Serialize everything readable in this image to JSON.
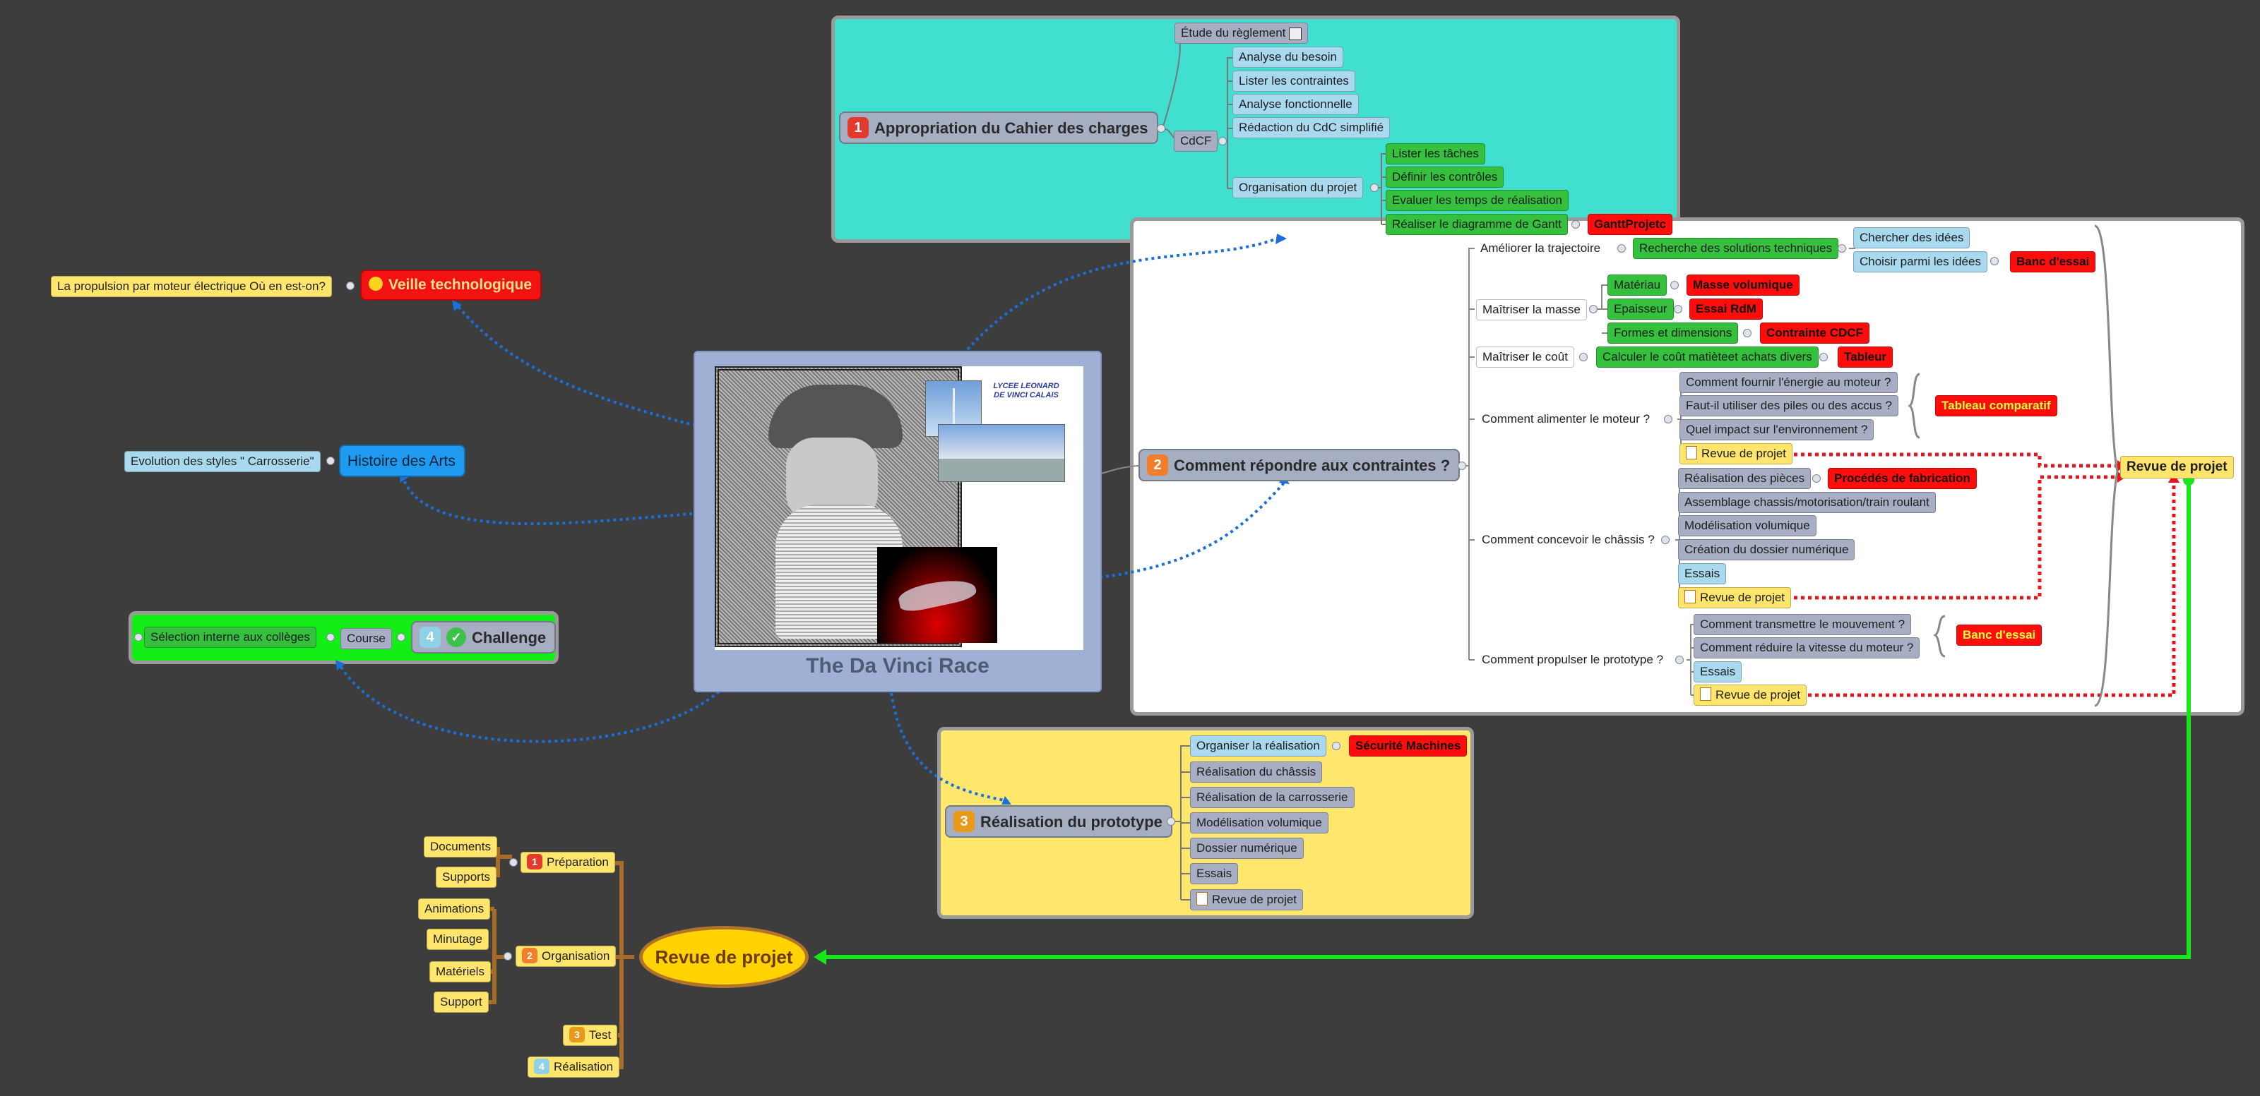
{
  "center": {
    "title": "The Da Vinci Race",
    "logo_text": "LYCEE LEONARD DE VINCI CALAIS"
  },
  "branch1": {
    "num": "1",
    "title": "Appropriation du Cahier des charges",
    "reglement": "Étude du règlement",
    "cdcf": "CdCF",
    "cdcf_items": [
      "Analyse du besoin",
      "Lister les contraintes",
      "Analyse fonctionnelle",
      "Rédaction du CdC simplifié"
    ],
    "orga": "Organisation du projet",
    "orga_items": [
      "Lister les tâches",
      "Définir les contrôles",
      "Evaluer les temps de réalisation",
      "Réaliser le diagramme de Gantt"
    ],
    "gantt_tag": "GanttProjetc"
  },
  "branch2": {
    "num": "2",
    "title": "Comment répondre aux contraintes ?",
    "traj": "Améliorer la trajectoire",
    "traj_sub": "Recherche des solutions techniques",
    "ideas": [
      "Chercher des idées",
      "Choisir parmi les idées"
    ],
    "banc1": "Banc d'essai",
    "masse": "Maîtriser la masse",
    "masse_items": [
      "Matériau",
      "Epaisseur",
      "Formes et dimensions"
    ],
    "masse_tags": [
      "Masse volumique",
      "Essai RdM",
      "Contrainte CDCF"
    ],
    "cout": "Maîtriser le coût",
    "cout_sub": "Calculer le coût matièteet achats divers",
    "tableur": "Tableur",
    "alim": "Comment alimenter le moteur ?",
    "alim_items": [
      "Comment fournir l'énergie au moteur ?",
      "Faut-il utiliser des piles ou des accus ?",
      "Quel impact sur l'environnement ?"
    ],
    "tableau_comp": "Tableau comparatif",
    "chassis": "Comment concevoir le châssis ?",
    "chassis_items": [
      "Réalisation des pièces",
      "Assemblage chassis/motorisation/train roulant",
      "Modélisation volumique",
      "Création du dossier numérique",
      "Essais"
    ],
    "procedes": "Procédés de fabrication",
    "prop": "Comment propulser le prototype ?",
    "prop_items": [
      "Comment transmettre le mouvement ?",
      "Comment réduire la vitesse du moteur ?",
      "Essais"
    ],
    "banc2": "Banc d'essai",
    "revue": "Revue de projet",
    "revue_right": "Revue de projet"
  },
  "branch3": {
    "num": "3",
    "title": "Réalisation du prototype",
    "items": [
      "Organiser la réalisation",
      "Réalisation du châssis",
      "Réalisation de la carrosserie",
      "Modélisation volumique",
      "Dossier numérique",
      "Essais",
      "Revue de projet"
    ],
    "securite": "Sécurité Machines"
  },
  "veille": {
    "title": "Veille technologique",
    "note": "La propulsion par moteur électrique  Où en est-on?"
  },
  "histoire": {
    "title": "Histoire des Arts",
    "note": "Evolution des styles \" Carrosserie\""
  },
  "challenge": {
    "num": "4",
    "title": "Challenge",
    "course": "Course",
    "selection": "Sélection interne aux collèges"
  },
  "revue_bottom": {
    "title": "Revue de projet",
    "prep": "Préparation",
    "prep_num": "1",
    "prep_items": [
      "Documents",
      "Supports"
    ],
    "orga": "Organisation",
    "orga_num": "2",
    "orga_items": [
      "Animations",
      "Minutage",
      "Matériels",
      "Support"
    ],
    "test": "Test",
    "test_num": "3",
    "real": "Réalisation",
    "real_num": "4"
  },
  "colors": {
    "cyan_region": "#40dfcf",
    "yellow_region": "#ffe76d",
    "green_region": "#13ee17",
    "link_blue": "#1b6fd9",
    "link_red": "#e8141a",
    "link_green": "#17e81b"
  }
}
